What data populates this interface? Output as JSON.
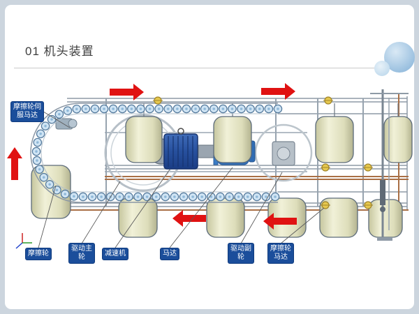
{
  "slide": {
    "title": "01 机头装置"
  },
  "diagram": {
    "labels": [
      {
        "id": "friction-wheel-servo-motor",
        "text": "摩擦轮伺服马达"
      },
      {
        "id": "friction-wheel",
        "text": "摩擦轮"
      },
      {
        "id": "drive-main-wheel",
        "text": "驱动主轮"
      },
      {
        "id": "reducer",
        "text": "减速机"
      },
      {
        "id": "motor",
        "text": "马达"
      },
      {
        "id": "drive-secondary-wheel",
        "text": "驱动副轮"
      },
      {
        "id": "friction-wheel-motor",
        "text": "摩擦轮马达"
      }
    ],
    "flow_arrows": [
      {
        "id": "top-left",
        "direction": "right"
      },
      {
        "id": "top-right",
        "direction": "right"
      },
      {
        "id": "left",
        "direction": "up"
      },
      {
        "id": "bottom-middle",
        "direction": "left"
      },
      {
        "id": "bottom-right",
        "direction": "left"
      }
    ],
    "colors": {
      "label_background": "#1b4e9b",
      "arrow_red": "#e01212",
      "drum_beige": "#e6e6c4",
      "chain_blue": "#cfe4f4",
      "gearbox_navy": "#27509e",
      "motor_blue": "#4a90d8",
      "deco_circle_blue": "#9cc1e0"
    }
  }
}
